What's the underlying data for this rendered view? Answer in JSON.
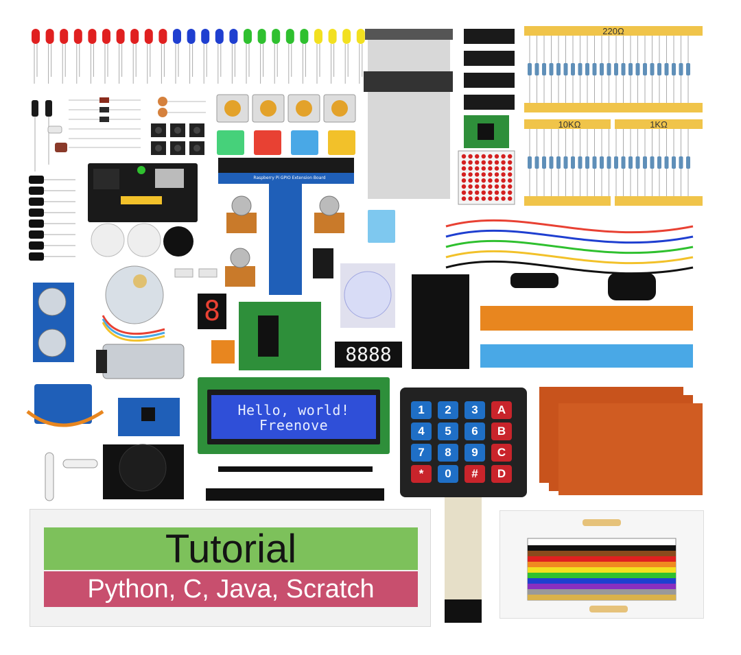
{
  "resistor_labels": {
    "top": "220Ω",
    "left": "10KΩ",
    "right": "1KΩ"
  },
  "extension_board_label": "Raspberry Pi GPIO Extension Board",
  "lcd": {
    "line1": "Hello, world!",
    "line2": "Freenove"
  },
  "seven_segment_single": "8",
  "seven_segment_quad": "8888",
  "keypad_keys": [
    "1",
    "2",
    "3",
    "A",
    "4",
    "5",
    "6",
    "B",
    "7",
    "8",
    "9",
    "C",
    "*",
    "0",
    "#",
    "D"
  ],
  "tutorial": {
    "title": "Tutorial",
    "languages": "Python, C, Java, Scratch"
  },
  "colors": {
    "led_red": "#e02020",
    "led_blue": "#1f3fd0",
    "led_green": "#2fc02f",
    "led_yellow": "#f2e020",
    "pcb_blue": "#1f5fb8",
    "pcb_green": "#2e8f3a",
    "lcd_blue": "#2f4fd8",
    "perfboard": "#c8531c",
    "tutorial_green": "#7dc15b",
    "tutorial_pink": "#c84f6e"
  }
}
